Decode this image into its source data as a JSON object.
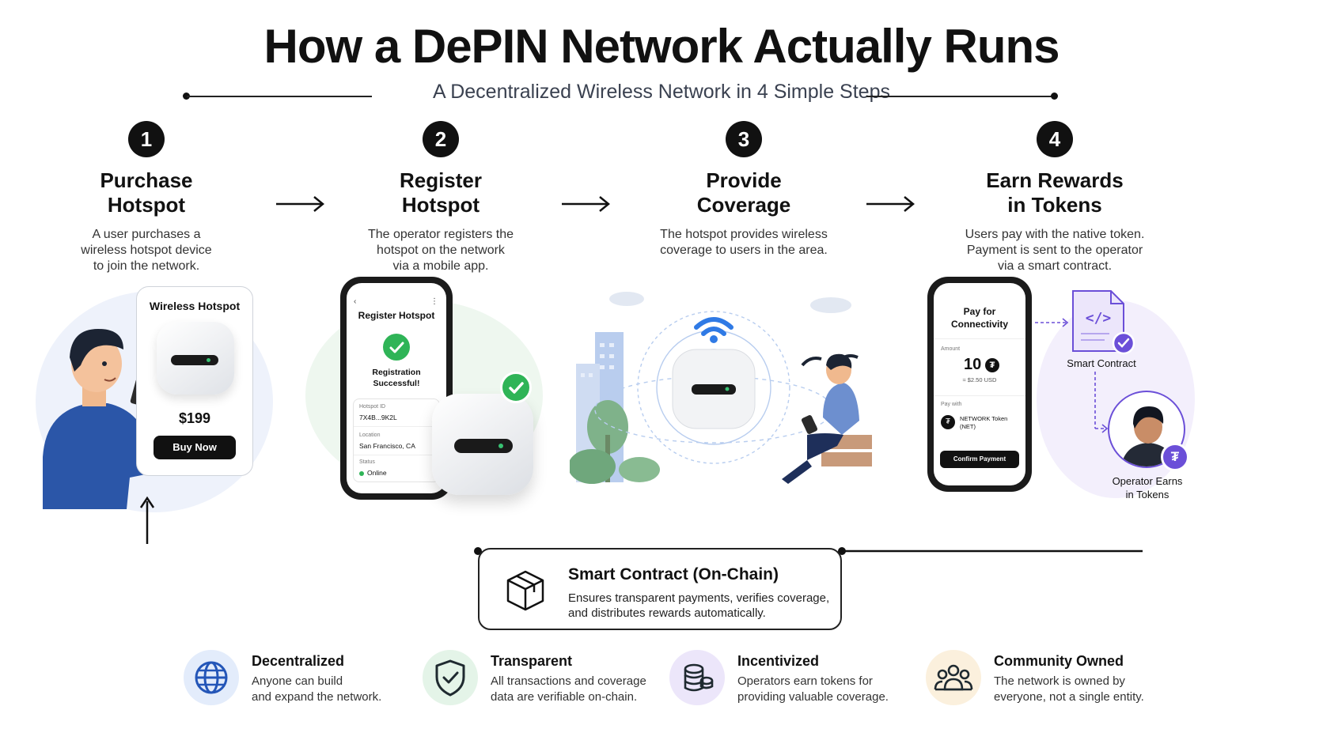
{
  "header": {
    "title": "How a DePIN Network Actually Runs",
    "subtitle": "A Decentralized Wireless Network in 4 Simple Steps"
  },
  "steps": [
    {
      "number": "1",
      "title_line1": "Purchase",
      "title_line2": "Hotspot",
      "desc_line1": "A user purchases a",
      "desc_line2": "wireless hotspot device",
      "desc_line3": "to join the network."
    },
    {
      "number": "2",
      "title_line1": "Register",
      "title_line2": "Hotspot",
      "desc_line1": "The operator registers the",
      "desc_line2": "hotspot on the network",
      "desc_line3": "via a mobile app."
    },
    {
      "number": "3",
      "title_line1": "Provide",
      "title_line2": "Coverage",
      "desc_line1": "The hotspot provides wireless",
      "desc_line2": "coverage to users in the area.",
      "desc_line3": ""
    },
    {
      "number": "4",
      "title_line1": "Earn Rewards",
      "title_line2": "in Tokens",
      "desc_line1": "Users pay with the native token.",
      "desc_line2": "Payment is sent to the operator",
      "desc_line3": "via a smart contract."
    }
  ],
  "purchase_card": {
    "title": "Wireless Hotspot",
    "price": "$199",
    "button": "Buy Now"
  },
  "register_app": {
    "header": "Register Hotspot",
    "success_line1": "Registration",
    "success_line2": "Successful!",
    "hotspot_id_label": "Hotspot ID",
    "hotspot_id_value": "7X4B...9K2L",
    "location_label": "Location",
    "location_value": "San Francisco, CA",
    "status_label": "Status",
    "status_value": "Online"
  },
  "payment_app": {
    "header_line1": "Pay for",
    "header_line2": "Connectivity",
    "amount_label": "Amount",
    "amount_value": "10",
    "amount_usd": "≈ $2.50 USD",
    "pay_with_label": "Pay with",
    "token_line1": "NETWORK Token",
    "token_line2": "(NET)",
    "button": "Confirm Payment"
  },
  "side_labels": {
    "smart_contract": "Smart Contract",
    "operator_line1": "Operator Earns",
    "operator_line2": "in Tokens"
  },
  "smart_contract_box": {
    "title": "Smart Contract (On-Chain)",
    "desc_line1": "Ensures transparent payments, verifies coverage,",
    "desc_line2": "and distributes rewards automatically."
  },
  "features": [
    {
      "title": "Decentralized",
      "desc_line1": "Anyone can build",
      "desc_line2": "and expand the network.",
      "icon": "globe-icon",
      "bg": "#e3ecfb",
      "color": "#2456b8"
    },
    {
      "title": "Transparent",
      "desc_line1": "All transactions and coverage",
      "desc_line2": "data are verifiable on-chain.",
      "icon": "shield-check-icon",
      "bg": "#e4f4e8",
      "color": "#1f2a30"
    },
    {
      "title": "Incentivized",
      "desc_line1": "Operators earn tokens for",
      "desc_line2": "providing valuable coverage.",
      "icon": "coins-icon",
      "bg": "#ece6fa",
      "color": "#1f2a30"
    },
    {
      "title": "Community Owned",
      "desc_line1": "The network is owned by",
      "desc_line2": "everyone, not a single entity.",
      "icon": "community-icon",
      "bg": "#fbf0dd",
      "color": "#1f2a30"
    }
  ],
  "colors": {
    "green": "#2fb457",
    "purple": "#6b4fd8",
    "blue": "#2f7ae5"
  }
}
